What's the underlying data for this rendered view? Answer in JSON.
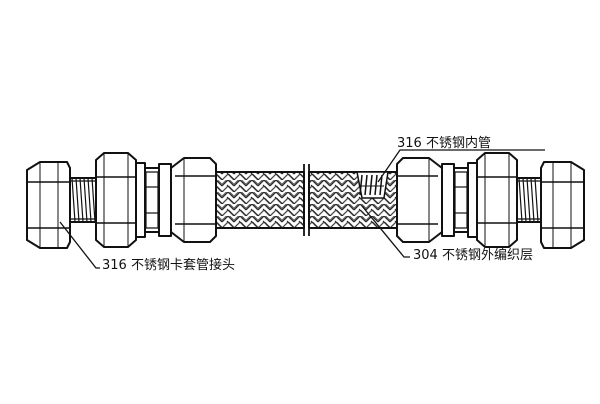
{
  "labels": {
    "inner_tube": "316 不锈钢内管",
    "braid": "304 不锈钢外编织层",
    "fitting": "316 不锈钢卡套管接头"
  }
}
